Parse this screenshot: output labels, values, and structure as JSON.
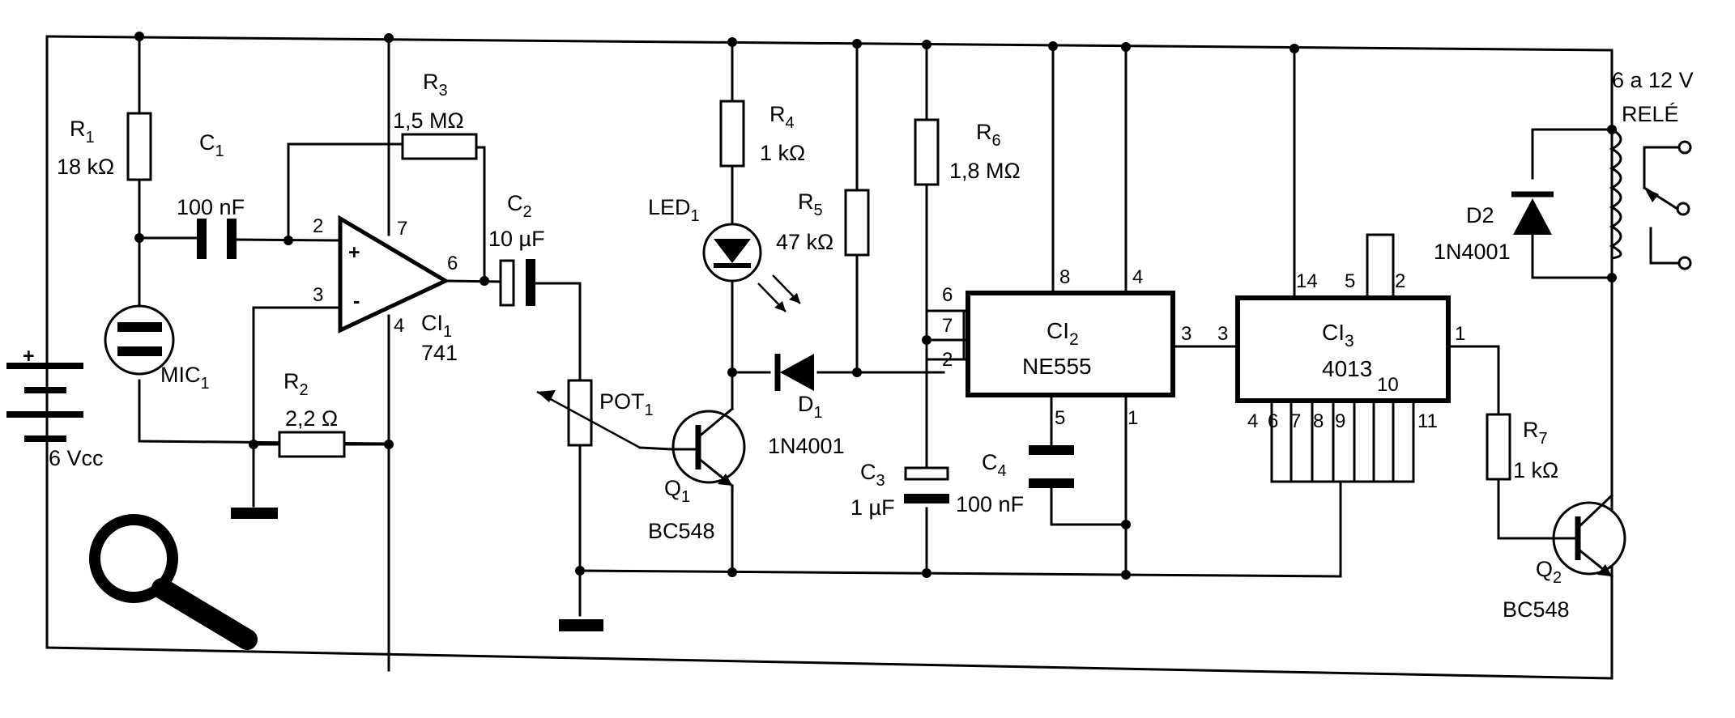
{
  "supply": {
    "battery_label": "6 Vcc",
    "plus": "+",
    "relay_supply": "6 a 12 V",
    "relay_label": "RELÉ"
  },
  "resistors": {
    "r1": {
      "ref": "R",
      "sub": "1",
      "value": "18 kΩ"
    },
    "r2": {
      "ref": "R",
      "sub": "2",
      "value": "2,2 Ω"
    },
    "r3": {
      "ref": "R",
      "sub": "3",
      "value": "1,5 MΩ"
    },
    "r4": {
      "ref": "R",
      "sub": "4",
      "value": "1 kΩ"
    },
    "r5": {
      "ref": "R",
      "sub": "5",
      "value": "47 kΩ"
    },
    "r6": {
      "ref": "R",
      "sub": "6",
      "value": "1,8 MΩ"
    },
    "r7": {
      "ref": "R",
      "sub": "7",
      "value": "1 kΩ"
    },
    "pot1": {
      "ref": "POT",
      "sub": "1"
    }
  },
  "capacitors": {
    "c1": {
      "ref": "C",
      "sub": "1",
      "value": "100 nF"
    },
    "c2": {
      "ref": "C",
      "sub": "2",
      "value": "10 µF"
    },
    "c3": {
      "ref": "C",
      "sub": "3",
      "value": "1 µF"
    },
    "c4": {
      "ref": "C",
      "sub": "4",
      "value": "100 nF"
    }
  },
  "semis": {
    "mic1": {
      "ref": "MIC",
      "sub": "1"
    },
    "led1": {
      "ref": "LED",
      "sub": "1"
    },
    "d1": {
      "ref": "D",
      "sub": "1",
      "part": "1N4001"
    },
    "d2": {
      "ref": "D2",
      "part": "1N4001"
    },
    "q1": {
      "ref": "Q",
      "sub": "1",
      "part": "BC548"
    },
    "q2": {
      "ref": "Q",
      "sub": "2",
      "part": "BC548"
    }
  },
  "ics": {
    "ci1": {
      "ref": "CI",
      "sub": "1",
      "part": "741",
      "plus": "+",
      "minus": "-",
      "pins": {
        "p2": "2",
        "p3": "3",
        "p4": "4",
        "p6": "6",
        "p7": "7"
      }
    },
    "ci2": {
      "ref": "CI",
      "sub": "2",
      "part": "NE555",
      "pins": {
        "p1": "1",
        "p2": "2",
        "p3": "3",
        "p4": "4",
        "p5": "5",
        "p6": "6",
        "p7": "7",
        "p8": "8"
      }
    },
    "ci3": {
      "ref": "CI",
      "sub": "3",
      "part": "4013",
      "pins": {
        "p1": "1",
        "p2": "2",
        "p3": "3",
        "p4": "4",
        "p5": "5",
        "p6": "6",
        "p7": "7",
        "p8": "8",
        "p9": "9",
        "p10": "10",
        "p11": "11",
        "p14": "14"
      }
    }
  },
  "icons": {
    "zoom": "magnifier-icon"
  }
}
